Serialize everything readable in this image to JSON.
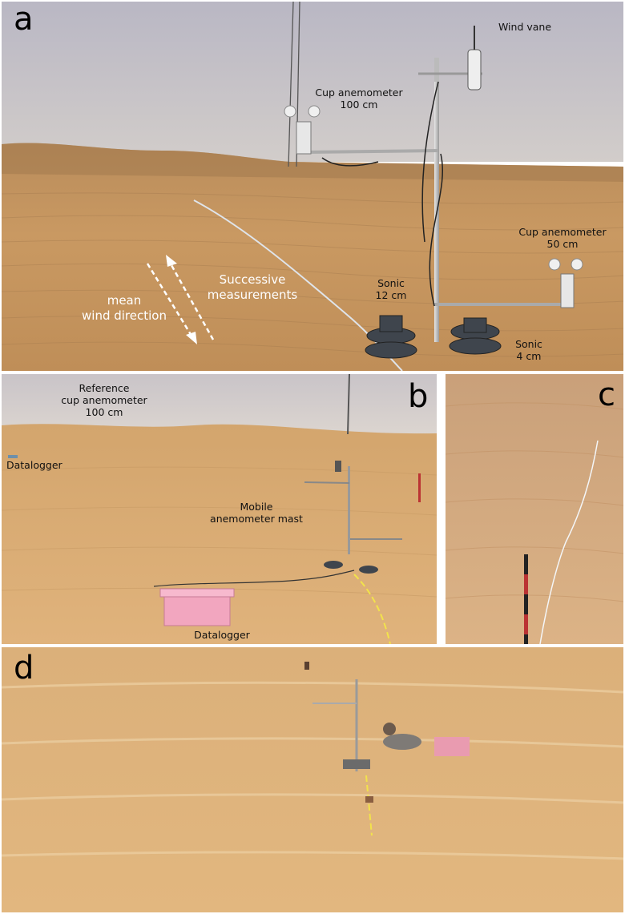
{
  "figure": {
    "panels": [
      {
        "id": "a",
        "label": "a",
        "annotations": {
          "wind_vane": "Wind vane",
          "cup_100": "Cup anemometer\n100 cm",
          "cup_50": "Cup anemometer\n50 cm",
          "sonic_12": "Sonic\n12 cm",
          "sonic_4": "Sonic\n4 cm",
          "mean_wind": "mean\nwind direction",
          "successive": "Successive\nmeasurements"
        }
      },
      {
        "id": "b",
        "label": "b",
        "annotations": {
          "reference_cup": "Reference\ncup anemometer\n100 cm",
          "datalogger_left": "Datalogger",
          "mobile_mast": "Mobile\nanemometer mast",
          "datalogger_bottom": "Datalogger"
        }
      },
      {
        "id": "c",
        "label": "c"
      },
      {
        "id": "d",
        "label": "d"
      }
    ],
    "colors": {
      "sky": "#c9c6cb",
      "sand_a": "#c4935a",
      "sand_b": "#dcae76",
      "sand_c": "#d4a874",
      "sand_d": "#d9ad72",
      "datalogger_box": "#f2a6bf",
      "arrow": "#ffffff"
    }
  }
}
